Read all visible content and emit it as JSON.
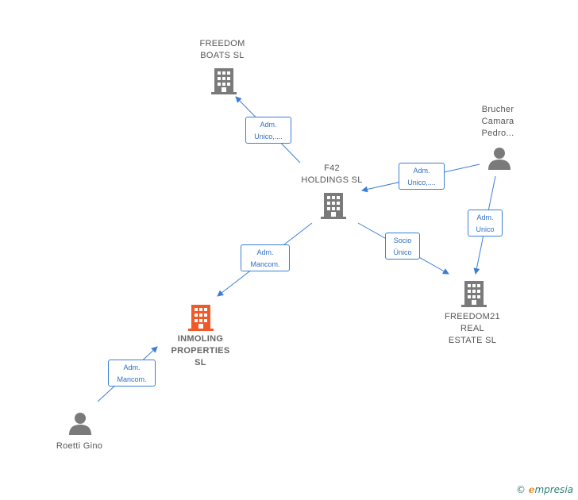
{
  "nodes": {
    "freedom_boats": {
      "label": "FREEDOM\nBOATS  SL",
      "kind": "company"
    },
    "f42_holdings": {
      "label": "F42\nHOLDINGS  SL",
      "kind": "company"
    },
    "inmoling": {
      "label": "INMOLING\nPROPERTIES\nSL",
      "kind": "company-focus"
    },
    "freedom21": {
      "label": "FREEDOM21\nREAL\nESTATE  SL",
      "kind": "company"
    },
    "brucher": {
      "label": "Brucher\nCamara\nPedro...",
      "kind": "person"
    },
    "roetti": {
      "label": "Roetti Gino",
      "kind": "person"
    }
  },
  "edges": {
    "f42_to_boats": "Adm.\nUnico,....",
    "brucher_to_f42": "Adm.\nUnico,....",
    "brucher_to_freedom21": "Adm.\nUnico",
    "f42_to_freedom21": "Socio\nÚnico",
    "f42_to_inmoling": "Adm.\nMancom.",
    "roetti_to_inmoling": "Adm.\nMancom."
  },
  "colors": {
    "edge": "#3b7fd4",
    "company_icon": "#7a7a7a",
    "focus_icon": "#f05a28",
    "person_icon": "#7a7a7a"
  },
  "brand": {
    "copyright": "©",
    "e": "e",
    "rest": "mpresia"
  }
}
